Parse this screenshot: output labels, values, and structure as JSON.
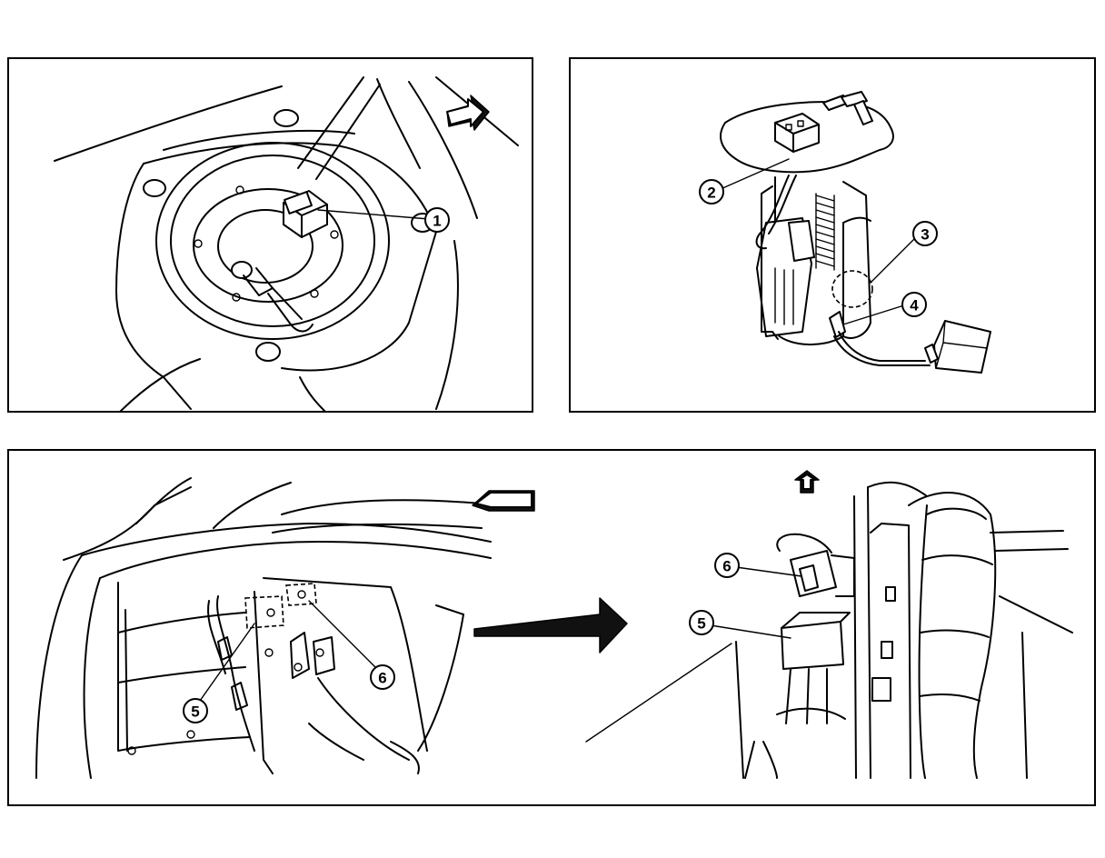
{
  "callouts": {
    "c1": "1",
    "c2": "2",
    "c3": "3",
    "c4": "4",
    "c5": "5",
    "c6": "6",
    "c5b": "5",
    "c6b": "6"
  },
  "icons": {
    "front_arrow_top_left": "front-arrow-icon",
    "front_arrow_bottom_left": "front-arrow-icon",
    "up_arrow_bottom_right": "up-arrow-icon",
    "transition_arrow": "right-arrow-icon"
  },
  "colors": {
    "line": "#000000",
    "background": "#ffffff"
  }
}
